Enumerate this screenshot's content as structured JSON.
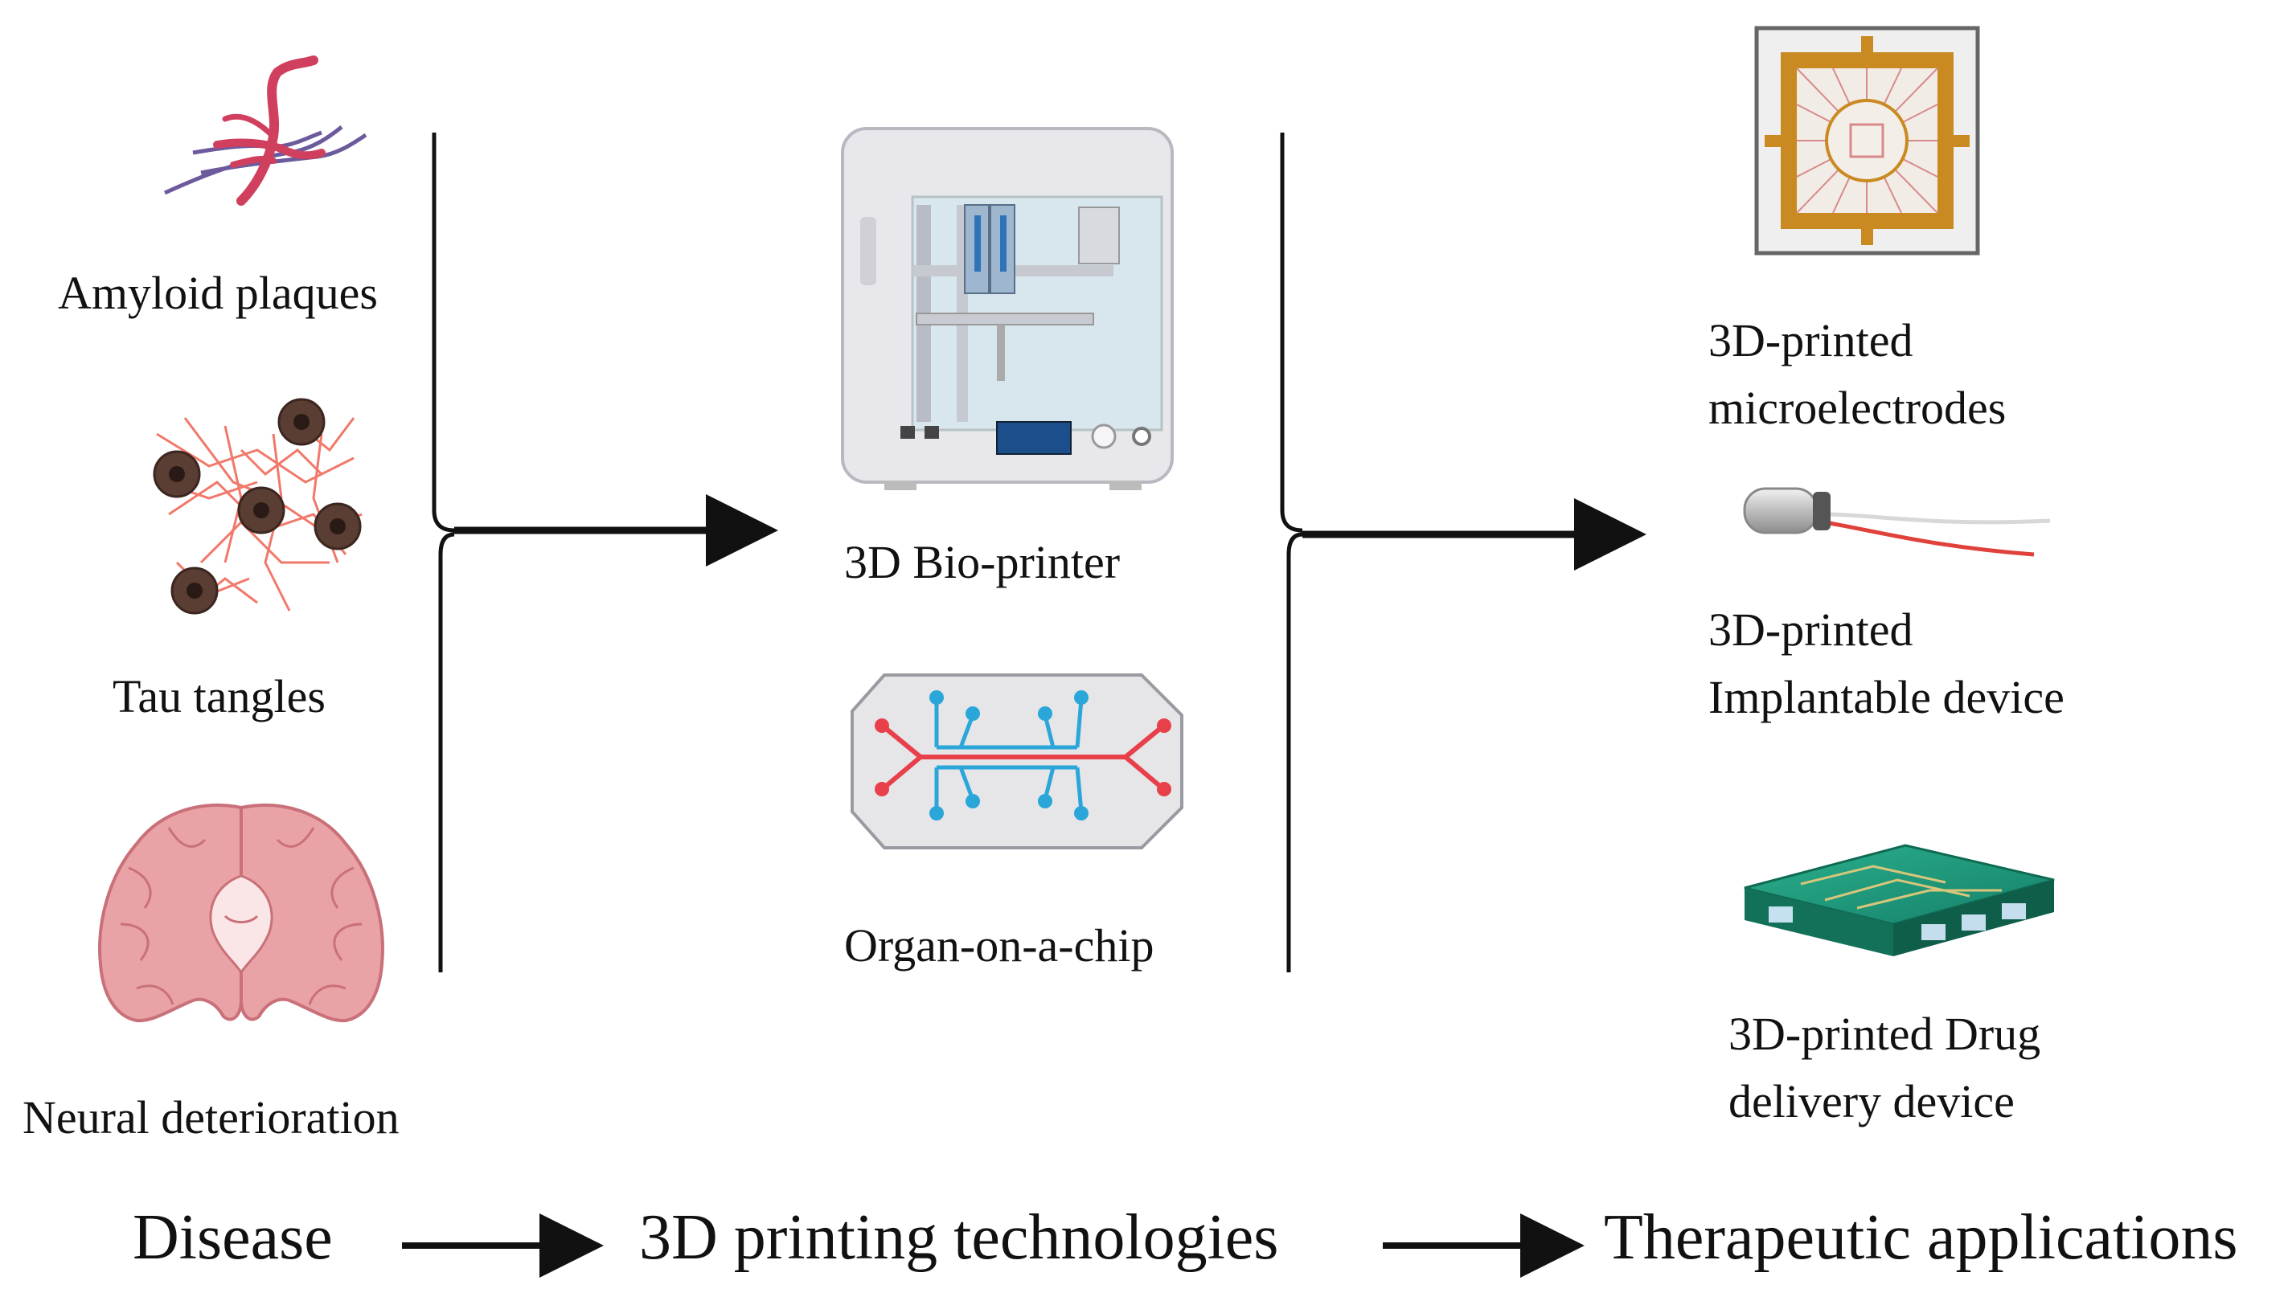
{
  "disease": {
    "amyloid_label": "Amyloid plaques",
    "tau_label": "Tau tangles",
    "neural_label": "Neural deterioration"
  },
  "technologies": {
    "bioprinter_label": "3D Bio-printer",
    "organ_chip_label": "Organ-on-a-chip"
  },
  "applications": {
    "microelectrodes_line1": "3D-printed",
    "microelectrodes_line2": "microelectrodes",
    "implant_line1": "3D-printed",
    "implant_line2": "Implantable device",
    "drug_line1": "3D-printed Drug",
    "drug_line2": "delivery device"
  },
  "footer": {
    "disease": "Disease",
    "technologies": "3D printing technologies",
    "applications": "Therapeutic applications"
  },
  "colors": {
    "plaque_red": "#d0405e",
    "tau_orange": "#f06a5a",
    "brain_pink": "#e9a2a6",
    "chip_red": "#e8404a",
    "chip_blue": "#2aa6d8",
    "pcb_green": "#1e9c7e",
    "gold": "#c98a22"
  }
}
